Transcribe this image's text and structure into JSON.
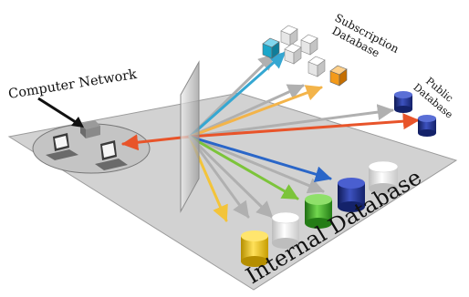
{
  "labels": {
    "computer_network": "Computer Network",
    "subscription_line1": "Subscription",
    "subscription_line2": "Database",
    "public_line1": "Public",
    "public_line2": "Database",
    "internal": "Internal Database"
  },
  "colors": {
    "floor": "#cfcfcf",
    "floor_edge": "#9a9a9a",
    "panel": "#d9d9d9",
    "cube_cyan": "#1aa6c9",
    "cube_orange": "#f39a1a",
    "cube_white": "#f2f2f2",
    "cyl_navy": "#1f2f86",
    "cyl_green": "#39b02a",
    "cyl_yellow": "#f2c417",
    "cyl_white": "#f4f4f4",
    "arrow_red": "#e8542a",
    "arrow_blue": "#2a66c8",
    "arrow_green": "#7cc43a",
    "arrow_orange": "#f3b44a",
    "arrow_gray": "#a8a8a8"
  }
}
